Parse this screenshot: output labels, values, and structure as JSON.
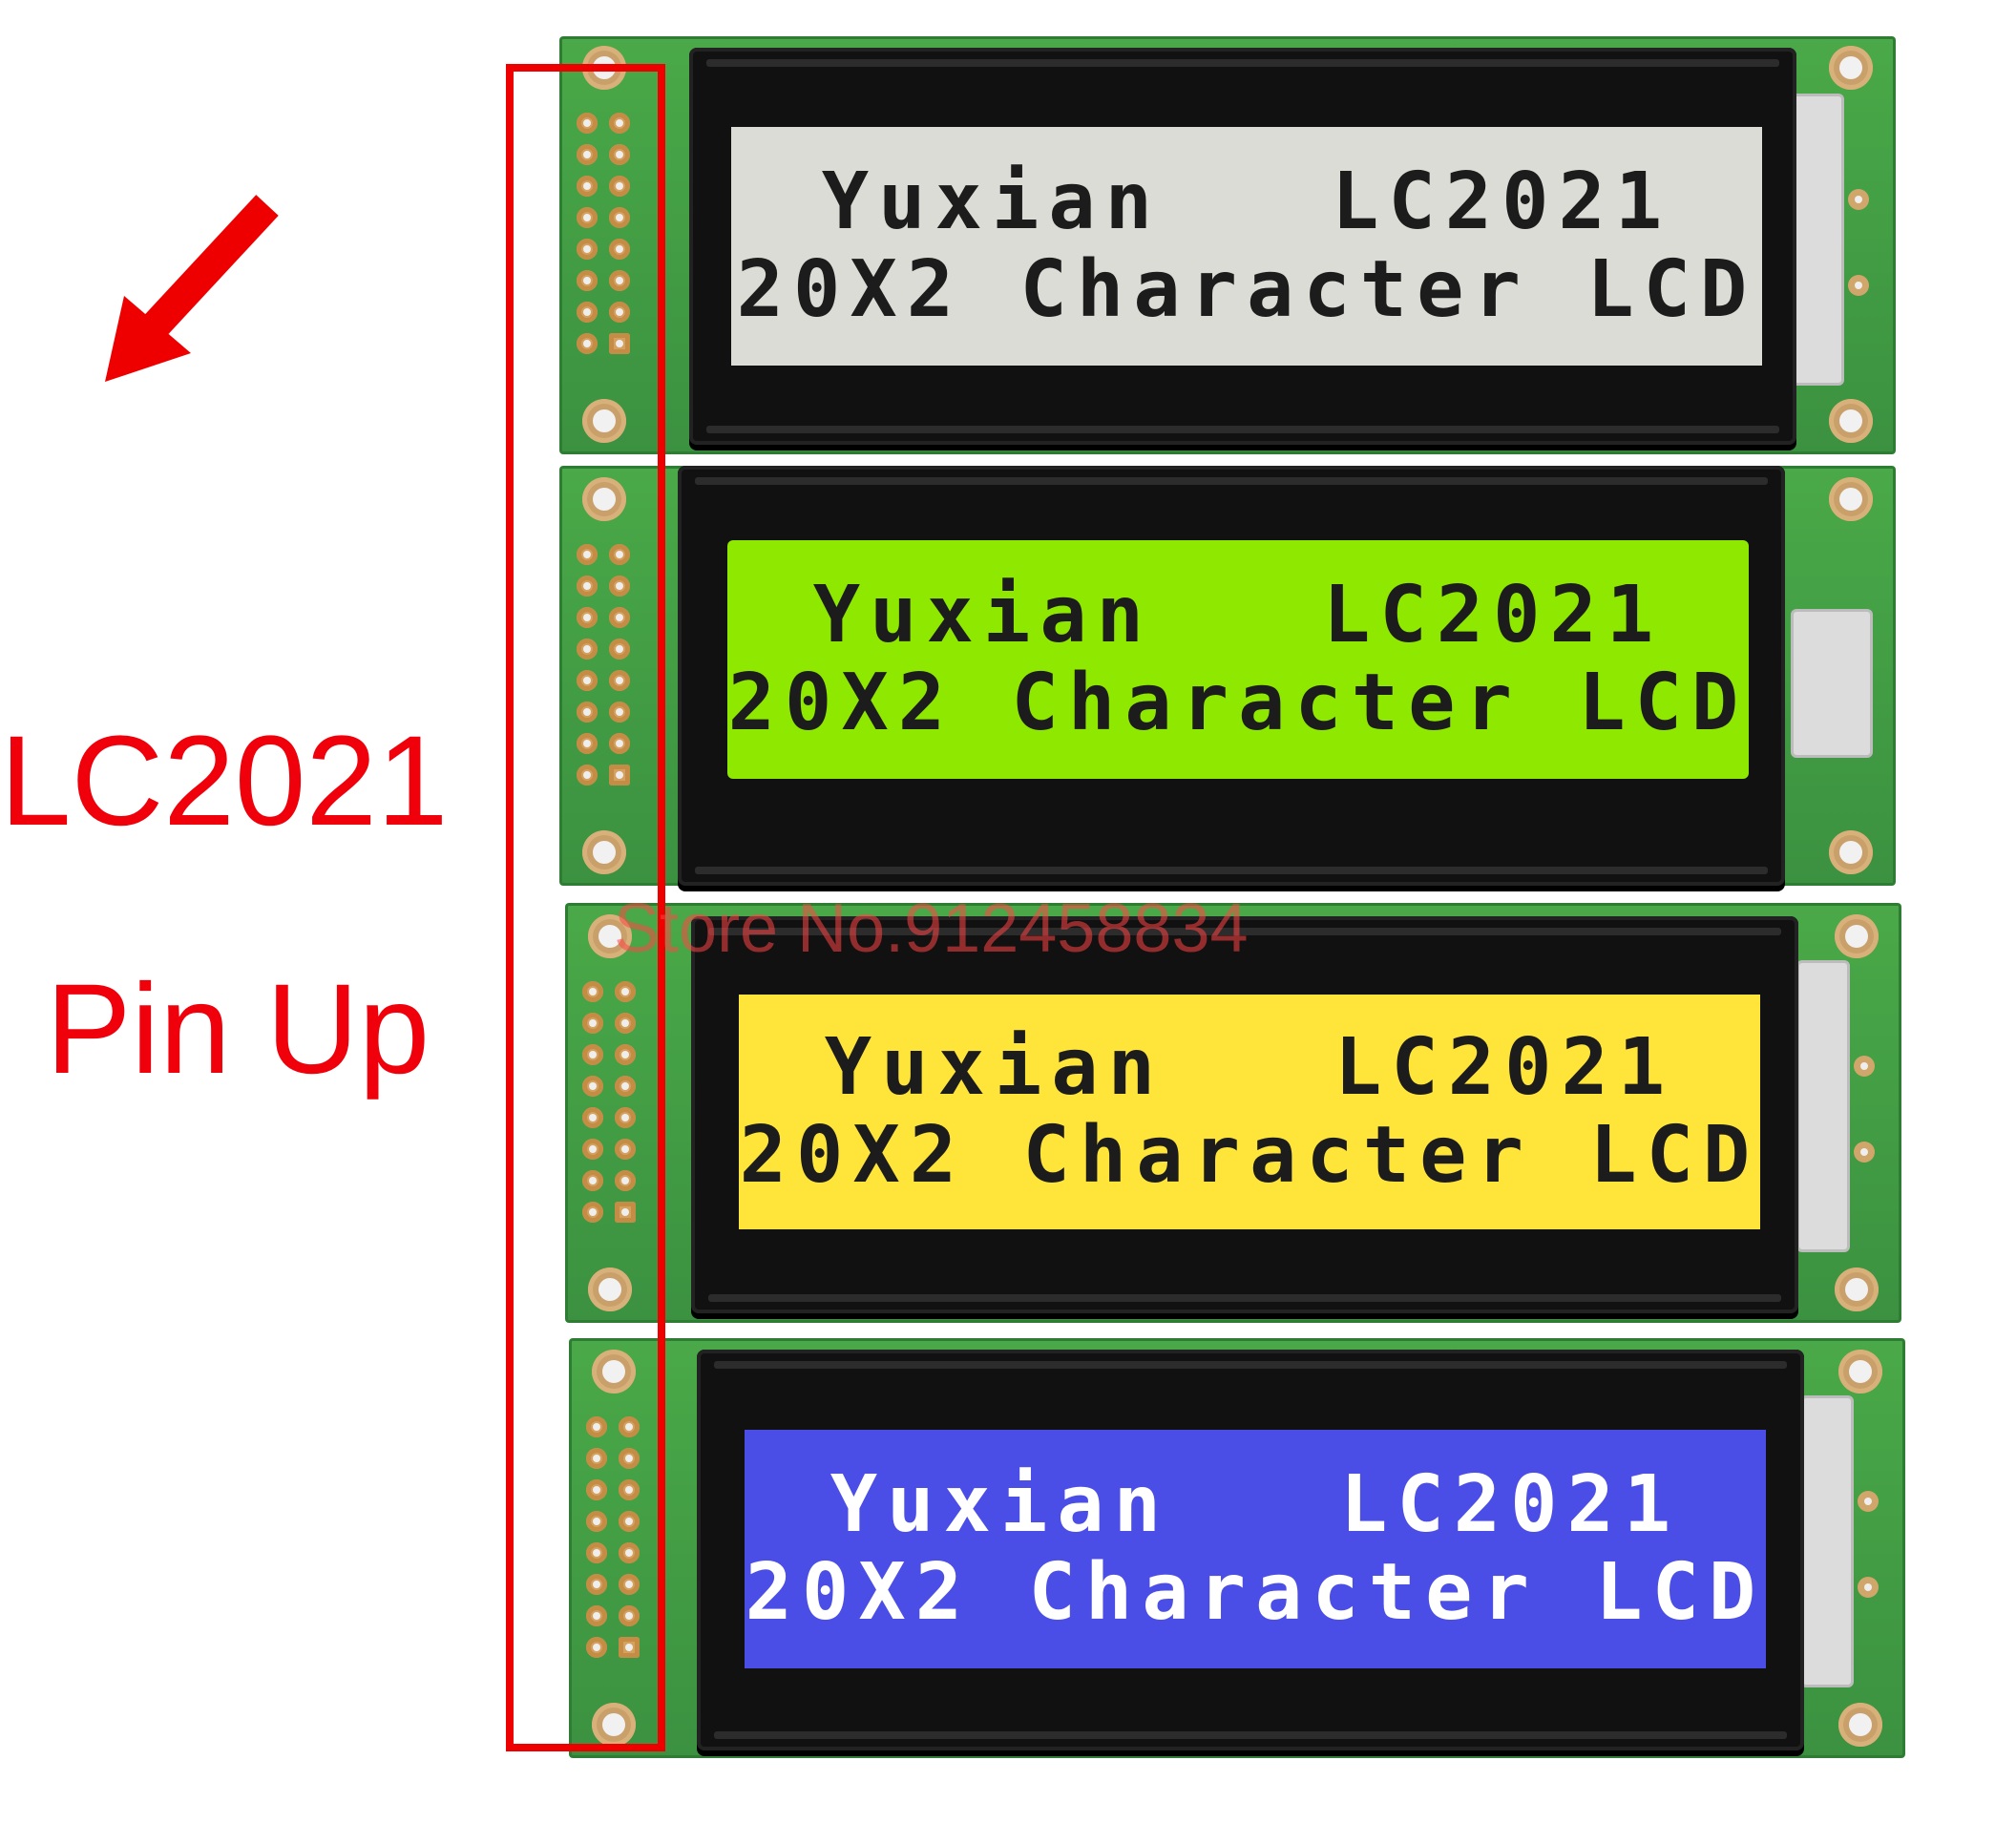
{
  "label_model": "LC2021",
  "label_orientation": "Pin Up",
  "watermark": "Store No.912458834",
  "modules": [
    {
      "line1": "Yuxian   LC2021",
      "line2": "20X2 Character LCD",
      "screen_color": "#dcdcd6",
      "text_color": "#1c1c1c"
    },
    {
      "line1": "Yuxian   LC2021",
      "line2": "20X2 Character LCD",
      "screen_color": "#8fe800",
      "text_color": "#1c1c1c"
    },
    {
      "line1": "Yuxian   LC2021",
      "line2": "20X2 Character LCD",
      "screen_color": "#ffe53a",
      "text_color": "#1c1c1c"
    },
    {
      "line1": "Yuxian   LC2021",
      "line2": "20X2 Character LCD",
      "screen_color": "#4b4ee6",
      "text_color": "#ffffff"
    }
  ],
  "colors": {
    "accent": "#f0000a",
    "pcb": "#3d9a3d"
  },
  "icons": [
    "arrow-icon"
  ]
}
